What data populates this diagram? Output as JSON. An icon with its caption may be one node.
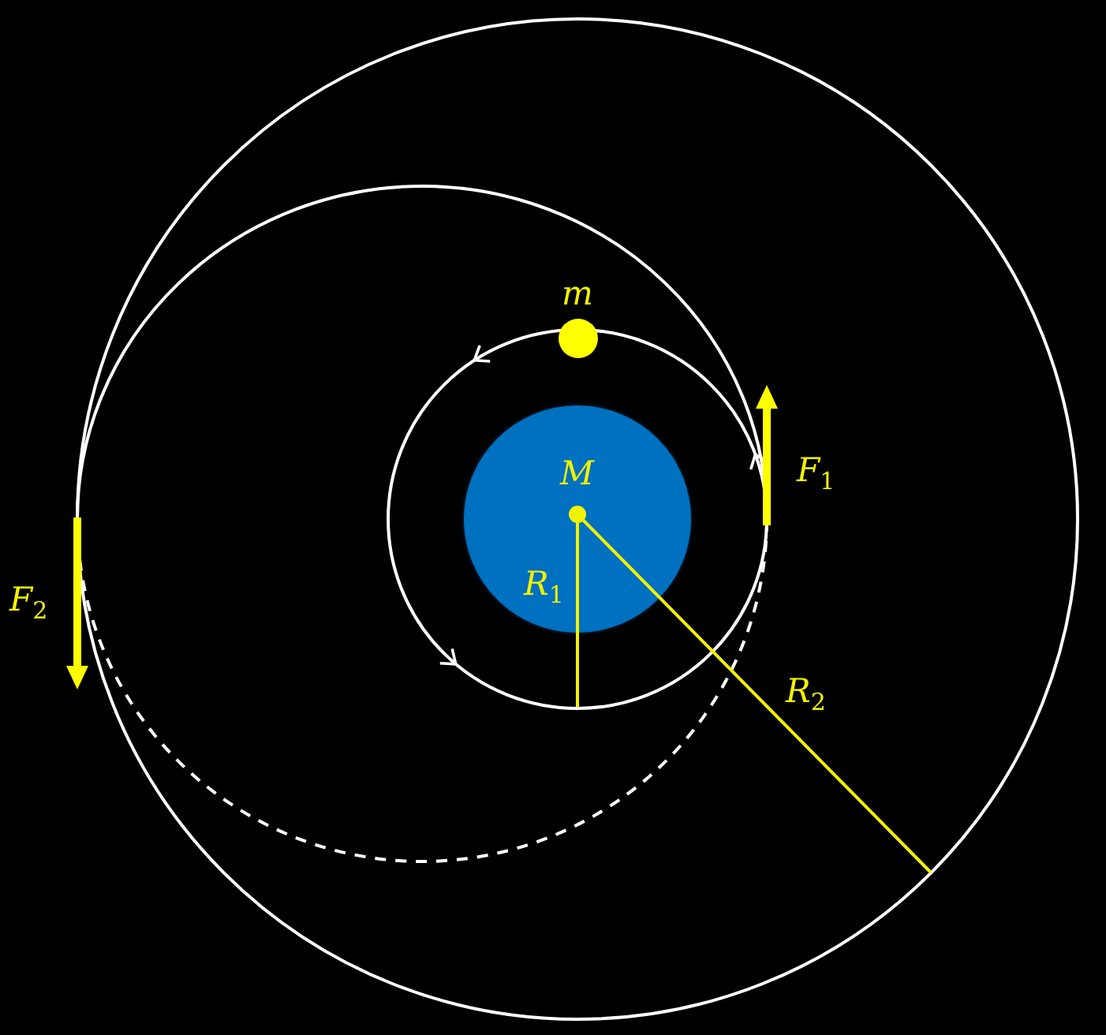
{
  "diagram": {
    "nodes": [
      {
        "text": [
          "M"
        ]
      },
      {
        "text": [
          "m"
        ]
      }
    ],
    "labels": [
      "*R*$_{1}$",
      "*R*$_{2}$",
      "*F*$_{1}$",
      "*F*$_{2}$"
    ]
  }
}
